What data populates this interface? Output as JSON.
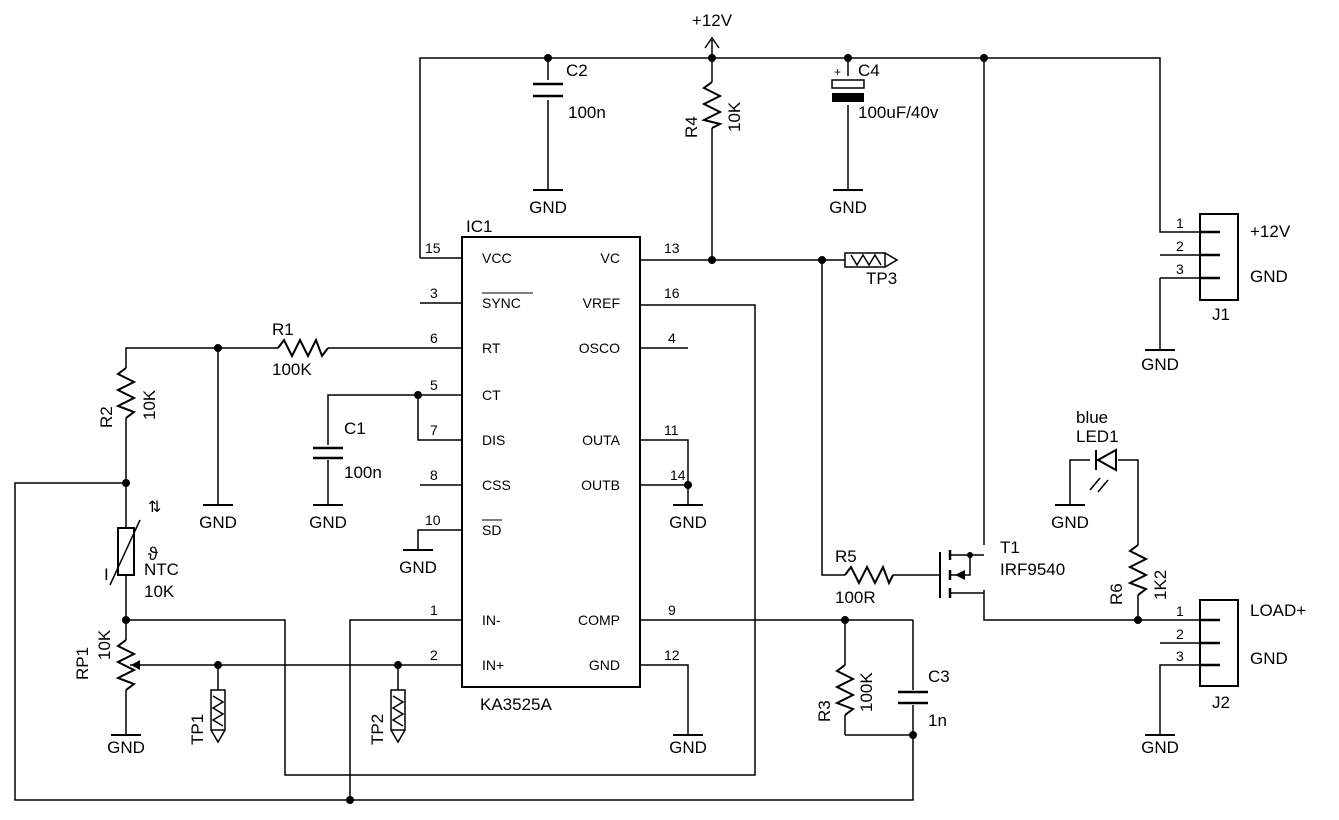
{
  "ic": {
    "ref": "IC1",
    "part": "KA3525A",
    "pins_left": [
      {
        "num": "15",
        "name": "VCC"
      },
      {
        "num": "3",
        "name": "SYNC"
      },
      {
        "num": "6",
        "name": "RT"
      },
      {
        "num": "5",
        "name": "CT"
      },
      {
        "num": "7",
        "name": "DIS"
      },
      {
        "num": "8",
        "name": "CSS"
      },
      {
        "num": "10",
        "name": "SD"
      },
      {
        "num": "1",
        "name": "IN-"
      },
      {
        "num": "2",
        "name": "IN+"
      }
    ],
    "pins_right": [
      {
        "num": "13",
        "name": "VC"
      },
      {
        "num": "16",
        "name": "VREF"
      },
      {
        "num": "4",
        "name": "OSCO"
      },
      {
        "num": "11",
        "name": "OUTA"
      },
      {
        "num": "14",
        "name": "OUTB"
      },
      {
        "num": "9",
        "name": "COMP"
      },
      {
        "num": "12",
        "name": "GND"
      }
    ]
  },
  "rails": {
    "v12": "+12V",
    "gnd": "GND"
  },
  "components": {
    "c1": {
      "ref": "C1",
      "value": "100n"
    },
    "c2": {
      "ref": "C2",
      "value": "100n"
    },
    "c3": {
      "ref": "C3",
      "value": "1n"
    },
    "c4": {
      "ref": "C4",
      "value": "100uF/40v",
      "polarity": "+"
    },
    "r1": {
      "ref": "R1",
      "value": "100K"
    },
    "r2": {
      "ref": "R2",
      "value": "10K"
    },
    "r3": {
      "ref": "R3",
      "value": "100K"
    },
    "r4": {
      "ref": "R4",
      "value": "10K"
    },
    "r5": {
      "ref": "R5",
      "value": "100R"
    },
    "r6": {
      "ref": "R6",
      "value": "1K2"
    },
    "rp1": {
      "ref": "RP1",
      "value": "10K"
    },
    "ntc": {
      "ref": "NTC",
      "value": "10K",
      "mark": "I"
    },
    "t1": {
      "ref": "T1",
      "value": "IRF9540"
    },
    "led1": {
      "ref": "LED1",
      "value": "blue"
    },
    "tp1": {
      "ref": "TP1"
    },
    "tp2": {
      "ref": "TP2"
    },
    "tp3": {
      "ref": "TP3"
    }
  },
  "connectors": {
    "j1": {
      "ref": "J1",
      "pins": [
        "1",
        "2",
        "3"
      ],
      "labels": [
        "+12V",
        "GND"
      ]
    },
    "j2": {
      "ref": "J2",
      "pins": [
        "1",
        "2",
        "3"
      ],
      "labels": [
        "LOAD+",
        "GND"
      ]
    }
  }
}
